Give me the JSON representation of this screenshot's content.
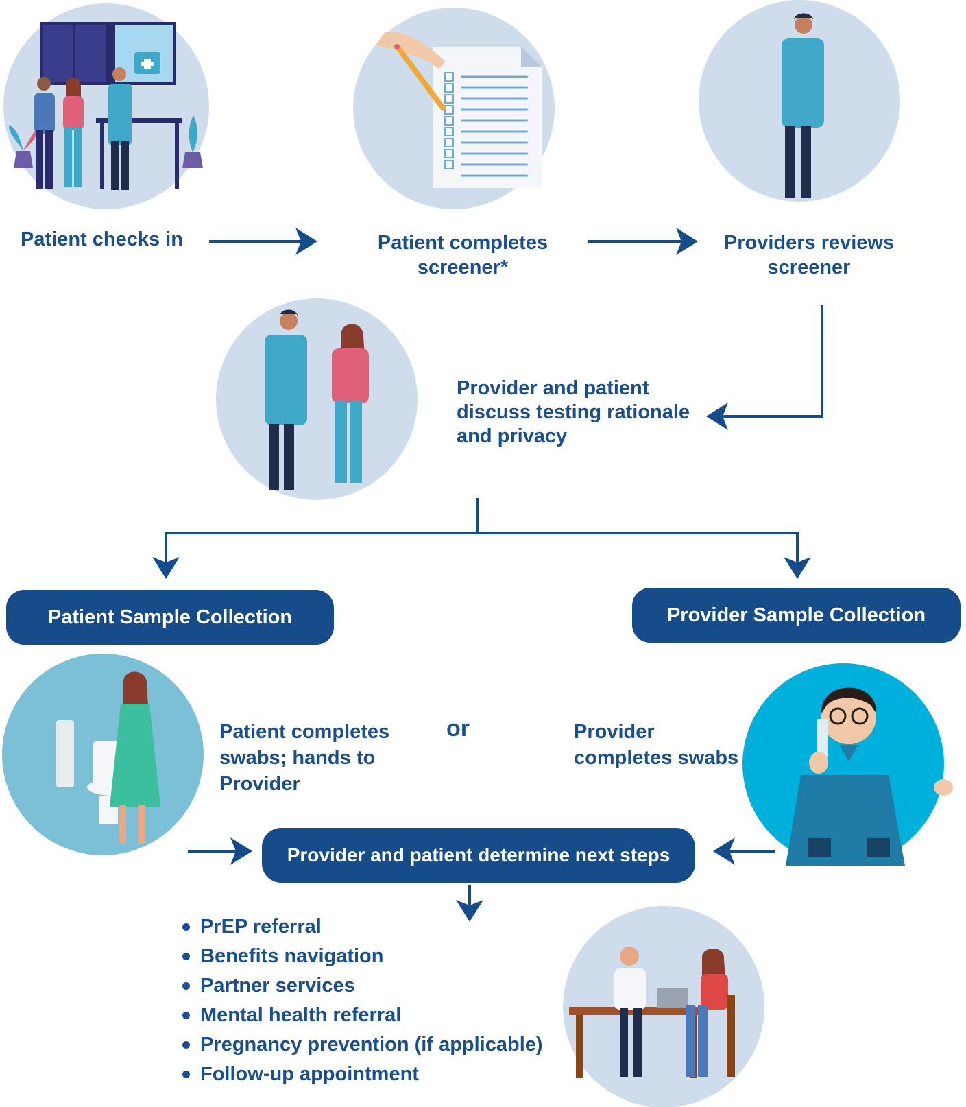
{
  "steps": {
    "check_in": "Patient checks in",
    "completes_screener": "Patient completes\nscreener*",
    "reviews_screener": "Providers reviews\nscreener",
    "discuss": "Provider and patient\ndiscuss testing rationale\nand privacy"
  },
  "branches": {
    "patient_collection": "Patient Sample Collection",
    "provider_collection": "Provider Sample Collection",
    "patient_swabs": "Patient completes\nswabs; hands to\nProvider",
    "or": "or",
    "provider_swabs": "Provider\ncompletes swabs"
  },
  "next_steps": {
    "title": "Provider and patient determine next steps",
    "items": [
      "PrEP referral",
      "Benefits navigation",
      "Partner services",
      "Mental health referral",
      "Pregnancy prevention (if applicable)",
      "Follow-up appointment"
    ]
  },
  "colors": {
    "primary": "#174c8b",
    "circle_bg": "#cfdcec",
    "teal": "#3fa8c8",
    "cyan": "#00b0dc"
  }
}
